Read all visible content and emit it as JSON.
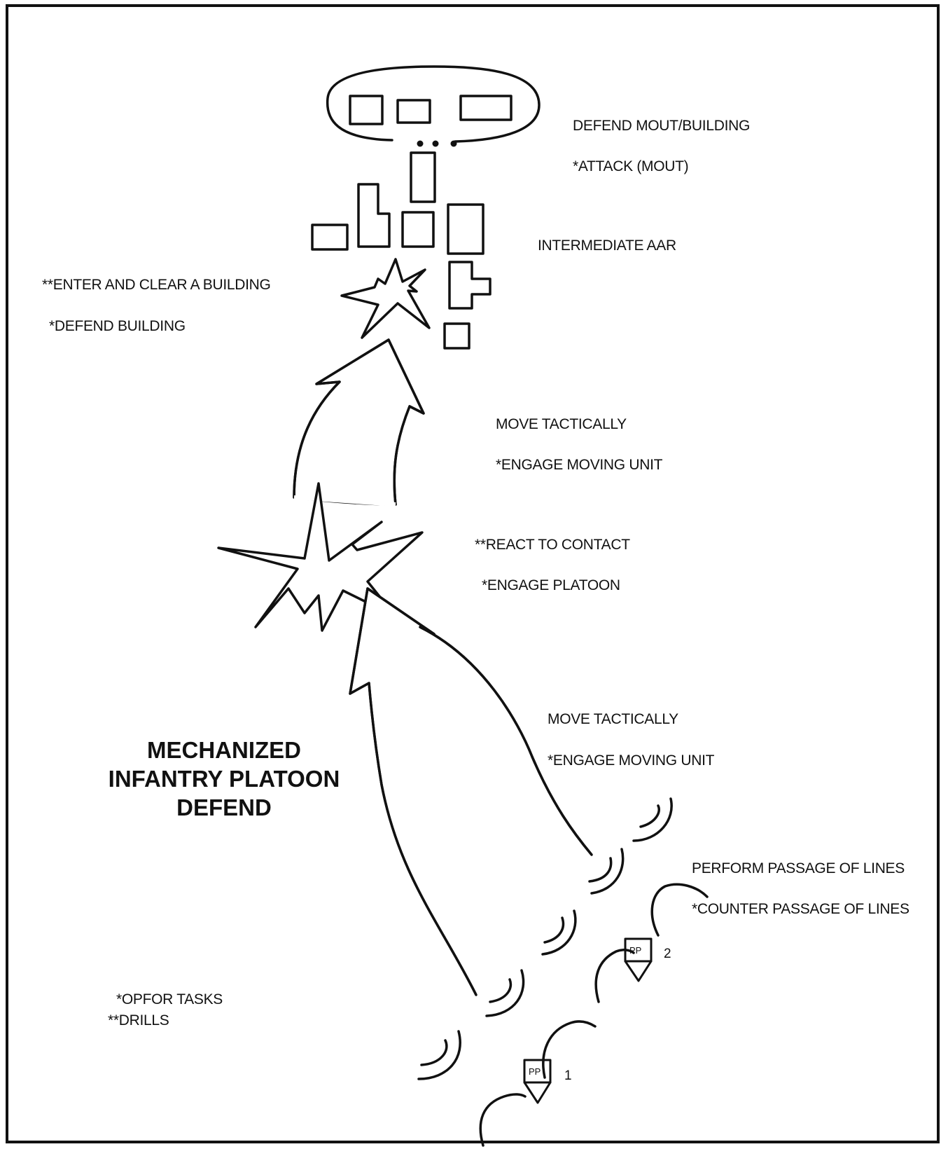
{
  "diagram": {
    "title_lines": [
      "MECHANIZED",
      "INFANTRY PLATOON",
      "DEFEND"
    ],
    "labels": {
      "defend_mout": "DEFEND MOUT/BUILDING",
      "attack_mout": "*ATTACK (MOUT)",
      "intermediate_aar": "INTERMEDIATE AAR",
      "enter_clear": "**ENTER AND CLEAR A BUILDING",
      "defend_building": "*DEFEND BUILDING",
      "move_tactically_1": "MOVE TACTICALLY",
      "engage_moving_1": "*ENGAGE MOVING UNIT",
      "react_contact": "**REACT TO  CONTACT",
      "engage_platoon": "*ENGAGE PLATOON",
      "move_tactically_2": "MOVE TACTICALLY",
      "engage_moving_2": "*ENGAGE MOVING UNIT",
      "passage_lines": "PERFORM PASSAGE OF LINES",
      "counter_passage": "*COUNTER PASSAGE OF LINES",
      "opfor_tasks": "*OPFOR TASKS",
      "drills": "**DRILLS"
    },
    "passage_points": [
      {
        "tag": "PP",
        "number": "1"
      },
      {
        "tag": "PP",
        "number": "2"
      }
    ]
  }
}
